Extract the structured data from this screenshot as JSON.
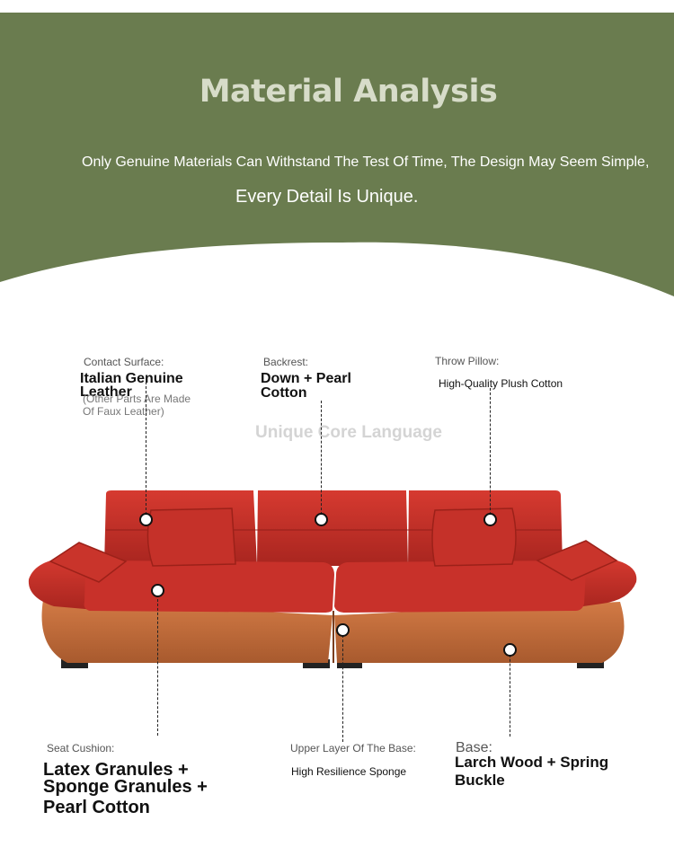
{
  "header": {
    "title": "Material Analysis",
    "subtitle_line1": "Only Genuine Materials Can Withstand The Test Of Time, The Design May Seem Simple,",
    "subtitle_line2": "Every Detail Is Unique.",
    "background_color": "#6a7c4f"
  },
  "watermark": "Unique Core Language",
  "callouts": {
    "contact_surface": {
      "label": "Contact Surface:",
      "value_line1": "Italian Genuine",
      "value_line2": "Leather",
      "note_line1": "(Other Parts Are Made",
      "note_line2": "Of Faux Leather)"
    },
    "backrest": {
      "label": "Backrest:",
      "value_line1": "Down + Pearl",
      "value_line2": "Cotton"
    },
    "throw_pillow": {
      "label": "Throw Pillow:",
      "value": "High-Quality Plush Cotton"
    },
    "seat_cushion": {
      "label": "Seat Cushion:",
      "value_line1": "Latex Granules +",
      "value_line2": "Sponge Granules +",
      "value_line3": "Pearl Cotton"
    },
    "upper_base": {
      "label": "Upper Layer Of The Base:",
      "value": "High Resilience Sponge"
    },
    "base": {
      "label": "Base:",
      "value_line1": "Larch Wood + Spring",
      "value_line2": "Buckle"
    }
  },
  "colors": {
    "leather_red": "#c8312a",
    "base_tan": "#c06a3a",
    "feet": "#222222"
  }
}
